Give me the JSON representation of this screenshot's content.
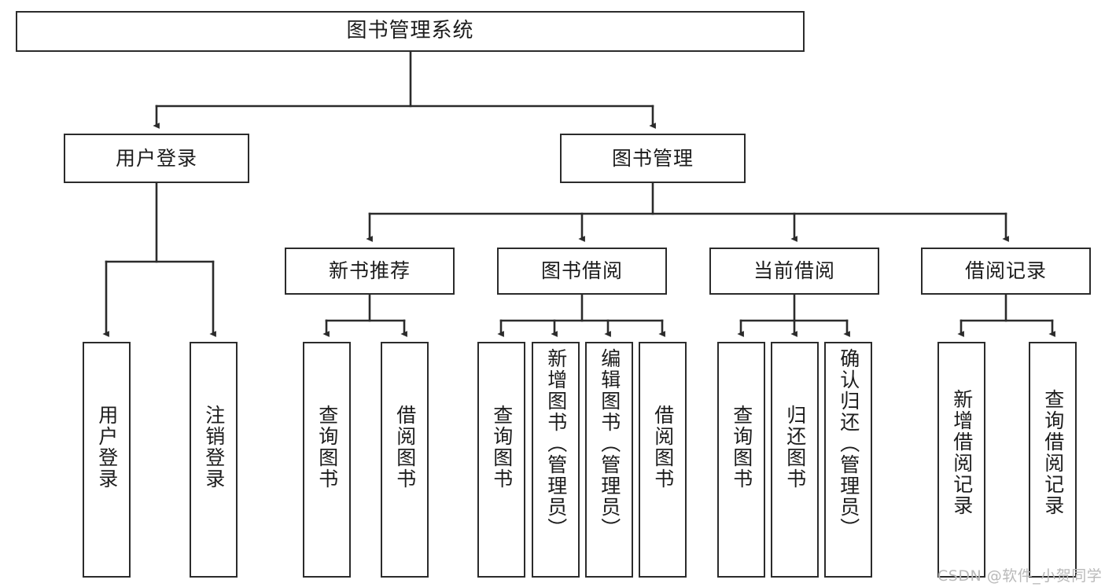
{
  "diagram": {
    "title": "图书管理系统",
    "type": "tree-hierarchy-chart",
    "orientation": "top-down",
    "colors": {
      "box_border": "#2b2b2b",
      "box_fill": "#ffffff",
      "edge": "#2b2b2b",
      "text": "#1c1c1c",
      "watermark": "#b9b9b9",
      "background": "#ffffff"
    }
  },
  "nodes": {
    "root": {
      "label": "图书管理系统"
    },
    "level2": [
      {
        "id": "user-login",
        "label": "用户登录"
      },
      {
        "id": "book-manage",
        "label": "图书管理"
      }
    ],
    "level3": [
      {
        "id": "new-book-recommend",
        "label": "新书推荐"
      },
      {
        "id": "book-borrow",
        "label": "图书借阅"
      },
      {
        "id": "current-borrow",
        "label": "当前借阅"
      },
      {
        "id": "borrow-record",
        "label": "借阅记录"
      }
    ],
    "leaves": {
      "user-login": [
        {
          "id": "leaf-user-login",
          "label": "用户登录"
        },
        {
          "id": "leaf-user-logout",
          "label": "注销登录"
        }
      ],
      "new-book-recommend": [
        {
          "id": "leaf-query-book-1",
          "label": "查询图书"
        },
        {
          "id": "leaf-borrow-book-1",
          "label": "借阅图书"
        }
      ],
      "book-borrow": [
        {
          "id": "leaf-query-book-2",
          "label": "查询图书"
        },
        {
          "id": "leaf-add-book",
          "label": "新增图书（管理员）"
        },
        {
          "id": "leaf-edit-book",
          "label": "编辑图书（管理员）"
        },
        {
          "id": "leaf-borrow-book-2",
          "label": "借阅图书"
        }
      ],
      "current-borrow": [
        {
          "id": "leaf-query-book-3",
          "label": "查询图书"
        },
        {
          "id": "leaf-return-book",
          "label": "归还图书"
        },
        {
          "id": "leaf-confirm-return",
          "label": "确认归还（管理员）"
        }
      ],
      "borrow-record": [
        {
          "id": "leaf-add-record",
          "label": "新增借阅记录"
        },
        {
          "id": "leaf-query-record",
          "label": "查询借阅记录"
        }
      ]
    }
  },
  "watermark": {
    "text": "CSDN @软件_小贺同学"
  }
}
